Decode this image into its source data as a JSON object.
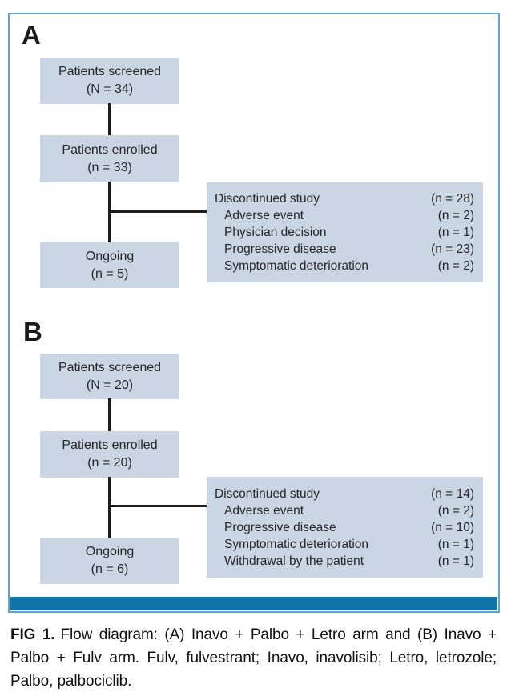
{
  "colors": {
    "frame-border": "#5ba6ca",
    "bottom-bar": "#0f74a8",
    "box-fill": "#cbd6e4",
    "line": "#1c1c1c",
    "text": "#262626"
  },
  "panels": [
    {
      "label": "A",
      "screened": {
        "line1": "Patients screened",
        "line2": "(N = 34)"
      },
      "enrolled": {
        "line1": "Patients enrolled",
        "line2": "(n = 33)"
      },
      "ongoing": {
        "line1": "Ongoing",
        "line2": "(n = 5)"
      },
      "discontinued": {
        "title": "Discontinued study",
        "title_n": "(n = 28)",
        "items": [
          {
            "label": "Adverse event",
            "n": "(n = 2)"
          },
          {
            "label": "Physician decision",
            "n": "(n = 1)"
          },
          {
            "label": "Progressive disease",
            "n": "(n = 23)"
          },
          {
            "label": "Symptomatic deterioration",
            "n": "(n = 2)"
          }
        ]
      }
    },
    {
      "label": "B",
      "screened": {
        "line1": "Patients screened",
        "line2": "(N = 20)"
      },
      "enrolled": {
        "line1": "Patients enrolled",
        "line2": "(n = 20)"
      },
      "ongoing": {
        "line1": "Ongoing",
        "line2": "(n = 6)"
      },
      "discontinued": {
        "title": "Discontinued study",
        "title_n": "(n = 14)",
        "items": [
          {
            "label": "Adverse event",
            "n": "(n = 2)"
          },
          {
            "label": "Progressive disease",
            "n": "(n = 10)"
          },
          {
            "label": "Symptomatic deterioration",
            "n": "(n = 1)"
          },
          {
            "label": "Withdrawal by the patient",
            "n": "(n = 1)"
          }
        ]
      }
    }
  ],
  "caption": {
    "fig_label": "FIG 1.",
    "text": "Flow diagram: (A) Inavo + Palbo + Letro arm and (B) Inavo + Palbo + Fulv arm. Fulv, fulvestrant; Inavo, inavolisib; Letro, letrozole; Palbo, palbociclib."
  }
}
